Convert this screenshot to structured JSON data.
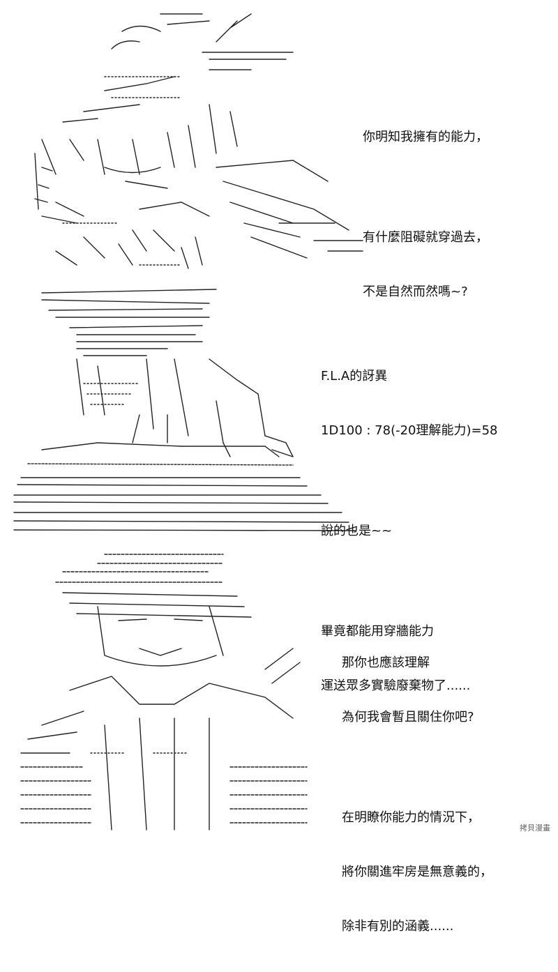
{
  "panel1": {
    "lines": [
      "你明知我擁有的能力，",
      "有什麼阻礙就穿過去，",
      "不是自然而然嗎~?"
    ]
  },
  "panel2": {
    "fla_label": "F.L.A的訝異",
    "roll": "1D100 : 78(-20理解能力)=58",
    "line1": "說的也是~~",
    "line2": "畢竟都能用穿牆能力",
    "line3": "運送眾多實驗廢棄物了......"
  },
  "panel3": {
    "line1": "那你也應該理解",
    "line2": "為何我會暫且關住你吧?",
    "line3": "在明瞭你能力的情況下，",
    "line4": "將你關進牢房是無意義的，",
    "line5": "除非有別的涵義......"
  },
  "watermark": "拷貝漫畫"
}
